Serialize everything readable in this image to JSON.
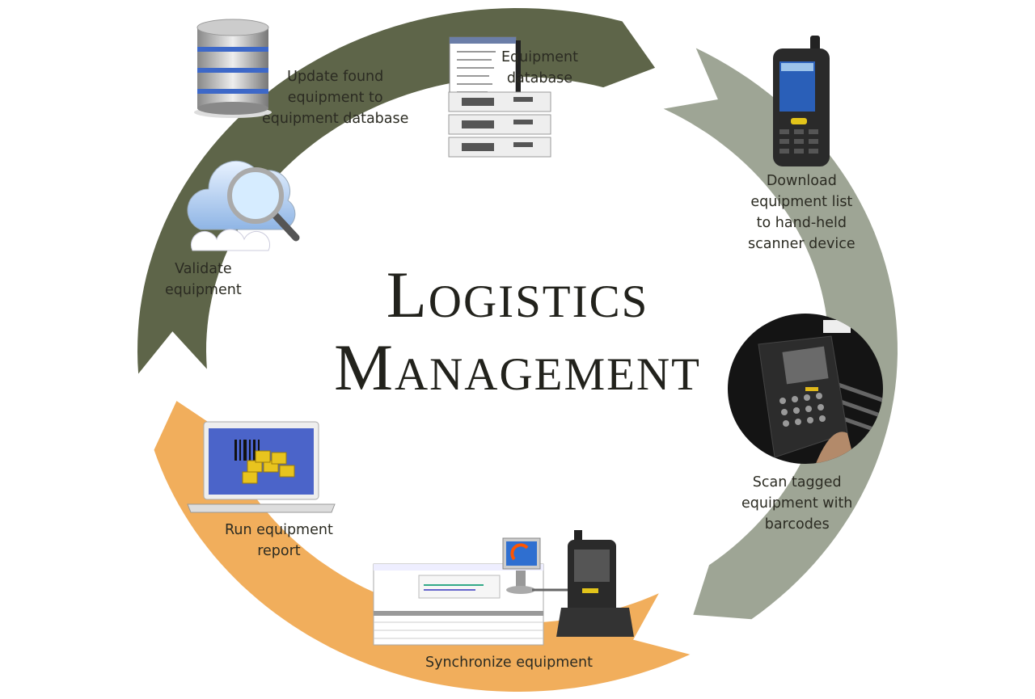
{
  "title": {
    "line1": "Logistics",
    "line2": "Management"
  },
  "colors": {
    "stage1": "#5e6549",
    "stage2": "#9ea595",
    "stage3": "#f1ae5c",
    "text": "#2b2b22"
  },
  "steps": [
    {
      "id": "equipment-database",
      "label": [
        "Equipment",
        "database"
      ],
      "icon": "server-icon"
    },
    {
      "id": "download",
      "label": [
        "Download",
        "equipment list",
        "to hand-held",
        "scanner device"
      ],
      "icon": "handheld-scanner-icon"
    },
    {
      "id": "scan",
      "label": [
        "Scan tagged",
        "equipment with",
        "barcodes"
      ],
      "icon": "barcode-scanning-photo-icon"
    },
    {
      "id": "synchronize",
      "label": [
        "Synchronize equipment"
      ],
      "icon": "sync-dock-icon"
    },
    {
      "id": "report",
      "label": [
        "Run equipment",
        "report"
      ],
      "icon": "laptop-report-icon"
    },
    {
      "id": "validate",
      "label": [
        "Validate",
        "equipment"
      ],
      "icon": "cloud-search-icon"
    },
    {
      "id": "update",
      "label": [
        "Update found",
        "equipment to",
        "equipment database"
      ],
      "icon": "database-icon"
    }
  ]
}
